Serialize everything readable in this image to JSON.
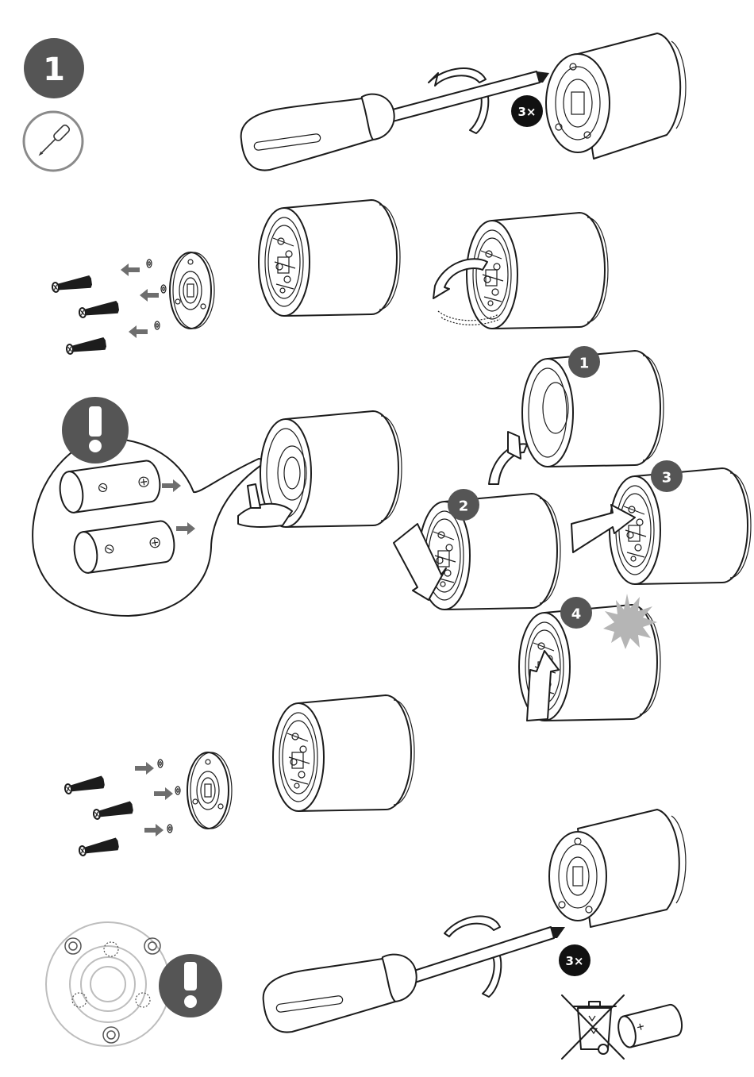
{
  "step": {
    "number": "1"
  },
  "screw_count_top": "3×",
  "screw_count_bottom": "3×",
  "sub_steps": [
    "1",
    "2",
    "3",
    "4"
  ],
  "colors": {
    "badge_dark": "#555555",
    "badge_black": "#111111",
    "arrow_gray": "#6e6e6e",
    "line": "#1c1c1c"
  },
  "icons": {
    "tool": "screwdriver-icon",
    "warning": "exclamation-icon",
    "disposal": "crossed-out-bin-icon"
  }
}
